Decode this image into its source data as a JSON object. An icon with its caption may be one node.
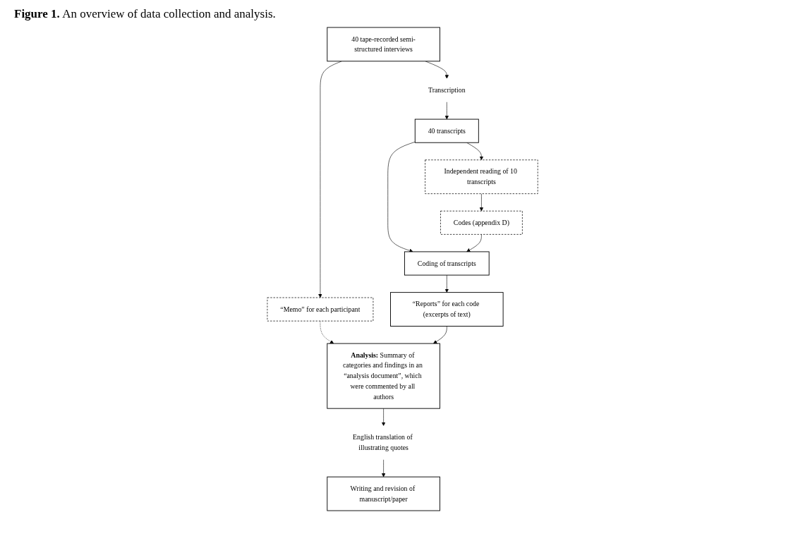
{
  "diagram": {
    "title": "**Figure 1.** An overview of data collection and analysis.",
    "nodes": [
      {
        "text": [
          "40 tape-recorded semi-structured interviews"
        ]
      },
      {
        "text": [
          "Transcription"
        ]
      },
      {
        "text": [
          "40 transcripts"
        ]
      },
      {
        "text": [
          "Independent reading of 10 transcripts"
        ]
      },
      {
        "text": [
          "“Memo” for each participant"
        ]
      },
      {
        "text": [
          "“Reports” for each code (excerpts of text)"
        ]
      },
      {
        "text": [
          "Coding of transcripts"
        ]
      },
      {
        "text": [
          "Codes (appendix D)"
        ]
      },
      {
        "text": [
          "**Analysis:** Summary of categories and findings in an “analysis document”, which were commented by all authors"
        ]
      },
      {
        "text": [
          "English translation of illustrating quotes"
        ]
      },
      {
        "text": [
          "Writing and revision of manuscript/paper"
        ]
      }
    ],
    "edges": [
      {
        "from": 0,
        "to": 4,
        "arrow": "to"
      },
      {
        "from": 4,
        "to": 8,
        "arrow": "to",
        "style": "dashed"
      },
      {
        "from": 0,
        "to": 1,
        "arrow": "to"
      },
      {
        "from": 1,
        "to": 2,
        "arrow": "to"
      },
      {
        "from": 2,
        "to": 6,
        "arrow": "to"
      },
      {
        "from": 2,
        "to": 3,
        "arrow": "to"
      },
      {
        "from": 3,
        "to": 7,
        "arrow": "to"
      },
      {
        "from": 7,
        "to": 6,
        "arrow": "to"
      },
      {
        "from": 6,
        "to": 5,
        "arrow": "to"
      },
      {
        "from": 5,
        "to": 8,
        "arrow": "to"
      },
      {
        "from": 8,
        "to": 9,
        "arrow": "to"
      },
      {
        "from": 9,
        "to": 10,
        "arrow": "to"
      }
    ]
  }
}
